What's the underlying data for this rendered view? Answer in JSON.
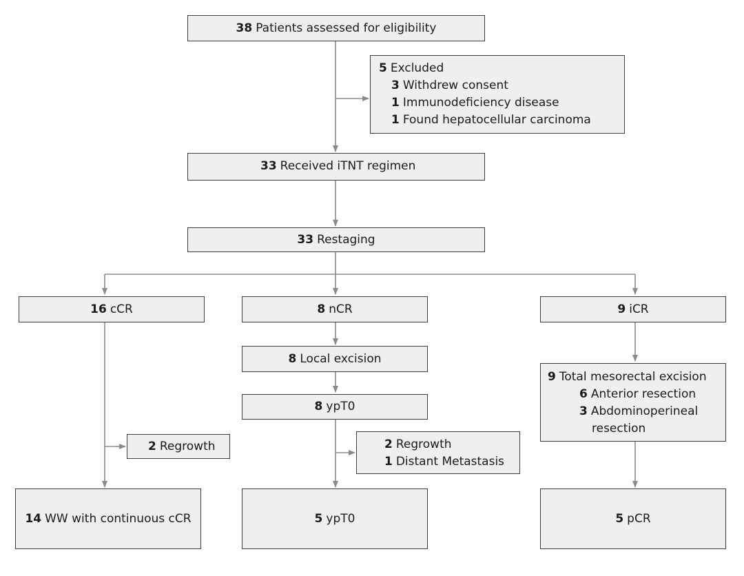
{
  "boxes": {
    "assessed": {
      "num": "38",
      "text": "Patients assessed for eligibility"
    },
    "excluded": {
      "num": "5",
      "text": "Excluded",
      "items": [
        {
          "num": "3",
          "text": "Withdrew consent"
        },
        {
          "num": "1",
          "text": "Immunodeficiency disease"
        },
        {
          "num": "1",
          "text": "Found hepatocellular carcinoma"
        }
      ]
    },
    "received": {
      "num": "33",
      "text": "Received iTNT regimen"
    },
    "restaging": {
      "num": "33",
      "text": "Restaging"
    },
    "ccr": {
      "num": "16",
      "text": "cCR"
    },
    "ncr": {
      "num": "8",
      "text": "nCR"
    },
    "icr": {
      "num": "9",
      "text": "iCR"
    },
    "local_excision": {
      "num": "8",
      "text": "Local excision"
    },
    "ypt0_mid": {
      "num": "8",
      "text": "ypT0"
    },
    "regrowth_left": {
      "num": "2",
      "text": "Regrowth"
    },
    "regrowth_mid": {
      "items": [
        {
          "num": "2",
          "text": "Regrowth"
        },
        {
          "num": "1",
          "text": "Distant Metastasis"
        }
      ]
    },
    "tme": {
      "num": "9",
      "text": "Total mesorectal excision",
      "items": [
        {
          "num": "6",
          "text": "Anterior resection"
        },
        {
          "num": "3",
          "text": "Abdominoperineal",
          "text2": "resection"
        }
      ]
    },
    "ww": {
      "num": "14",
      "text": "WW with continuous cCR"
    },
    "ypt0_final": {
      "num": "5",
      "text": "ypT0"
    },
    "pcr": {
      "num": "5",
      "text": "pCR"
    }
  },
  "colors": {
    "box_fill": "#efefef",
    "box_border": "#3a3a3a",
    "arrow": "#8a8a8a"
  }
}
